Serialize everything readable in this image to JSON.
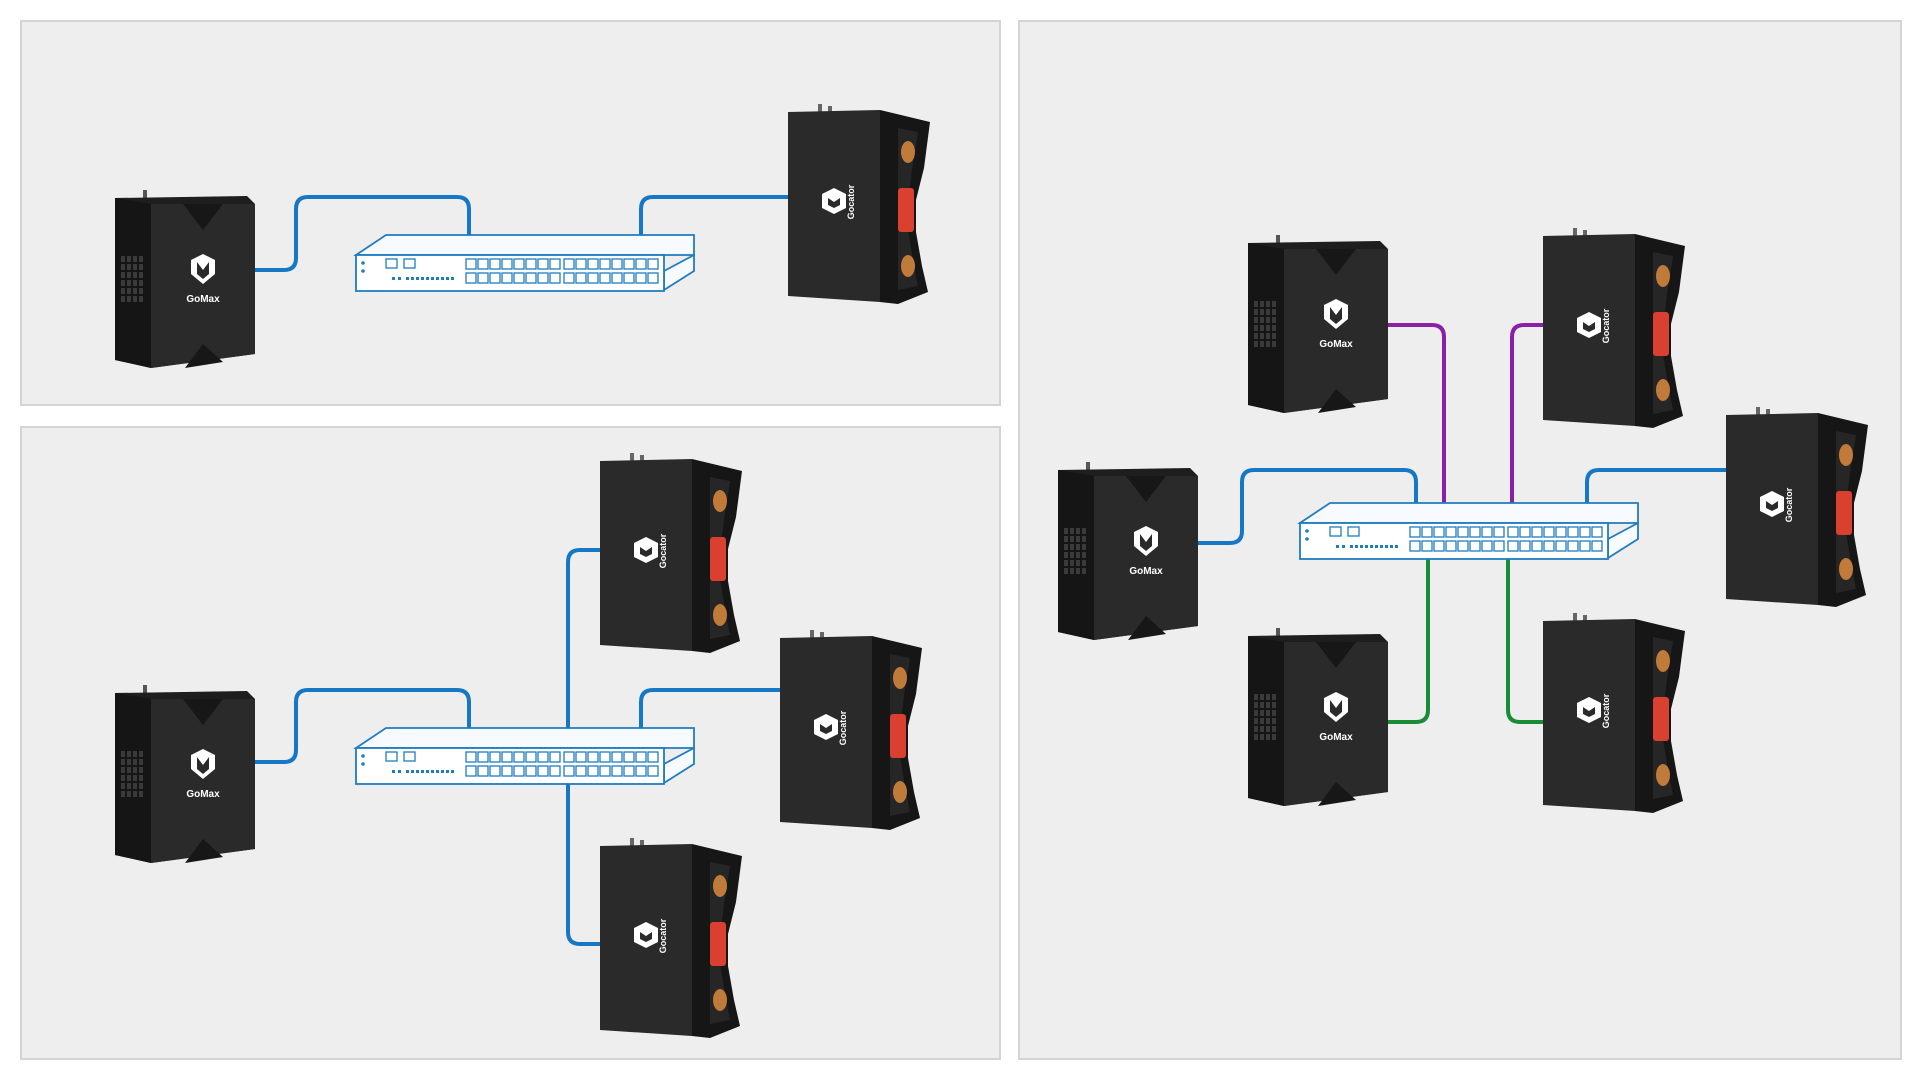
{
  "labels": {
    "gomax": "GoMax",
    "gocator": "Gocator"
  },
  "colors": {
    "panel_bg": "#eeeeee",
    "panel_border": "#d4d4d4",
    "cable_blue": "#1677c4",
    "cable_purple": "#8a1fa8",
    "cable_green": "#1a8c35",
    "switch_stroke": "#1f7cc1",
    "device_body": "#2a2a2a",
    "gocator_window": "#d9402f",
    "gocator_lens": "#c07a3a"
  },
  "icons": {
    "gomax_logo": "gomax-logo-icon",
    "gocator_logo": "gocator-logo-icon",
    "switch_port": "ethernet-port-icon"
  },
  "diagrams": [
    {
      "id": "single-sensor",
      "sensors": 1,
      "gomax_units": 1
    },
    {
      "id": "multi-sensor",
      "sensors": 3,
      "gomax_units": 1
    },
    {
      "id": "multi-gomax-multi-sensor",
      "sensors": 3,
      "gomax_units": 3
    }
  ]
}
